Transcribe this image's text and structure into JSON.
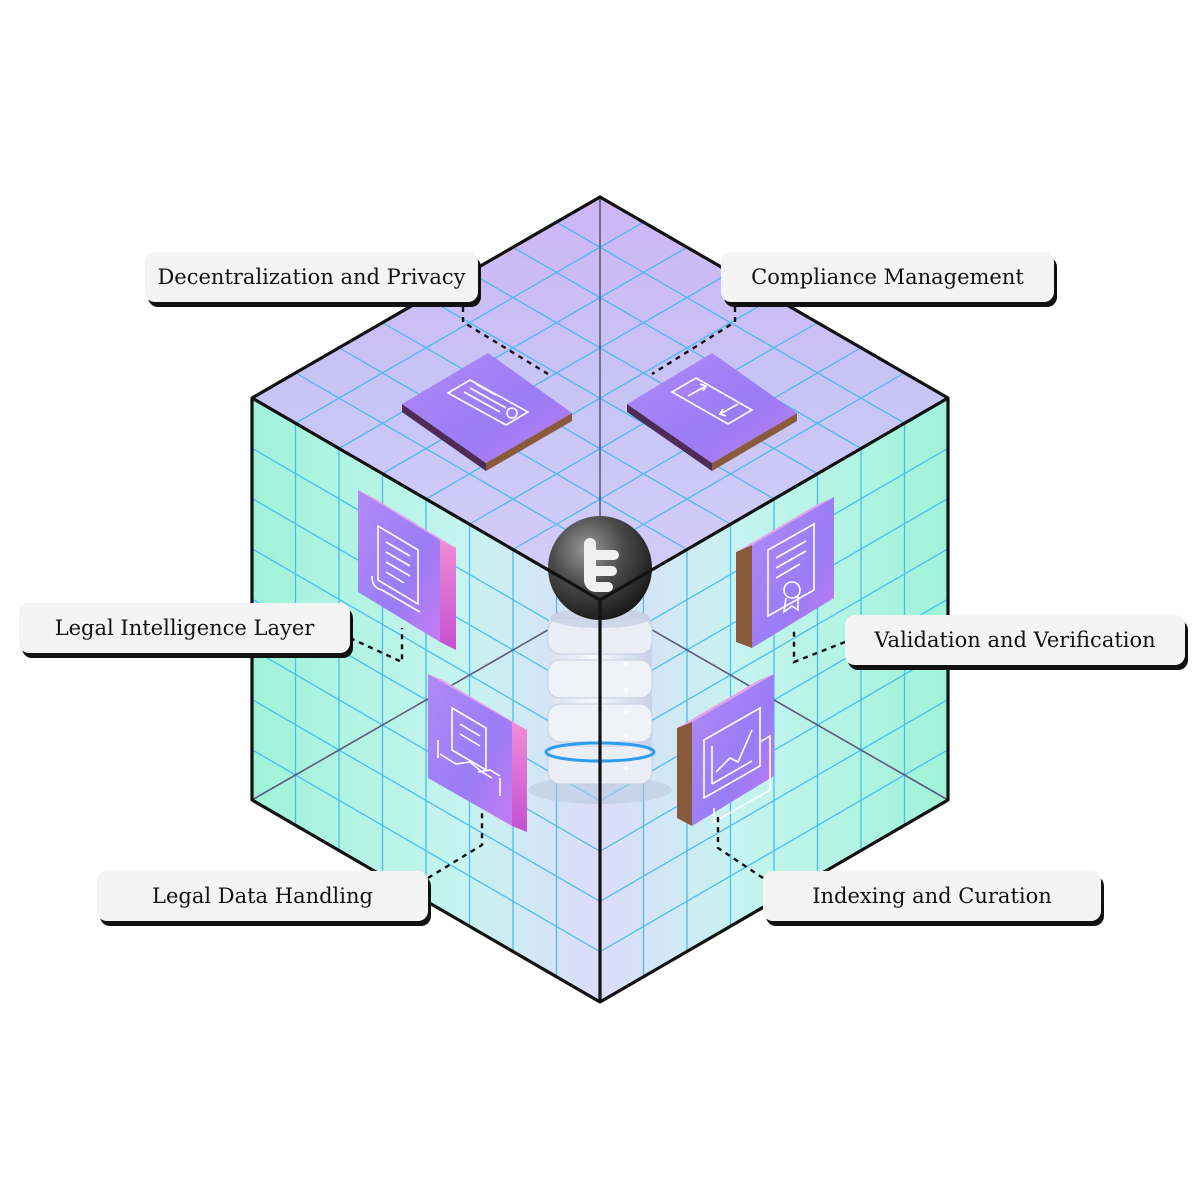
{
  "colors": {
    "top_face": "#c9b7f4",
    "side_face": "#a5f3de",
    "grid": "#3fb8f0",
    "tile_face": "#a27cf5",
    "tile_edge": "#4b2d5c",
    "tile_glow": "#e878e0",
    "edge": "#111111"
  },
  "labels": {
    "decentralization": "Decentralization and Privacy",
    "compliance": "Compliance Management",
    "legal_intelligence": "Legal Intelligence Layer",
    "validation": "Validation and Verification",
    "legal_data": "Legal Data Handling",
    "indexing": "Indexing and Curation"
  },
  "icons": {
    "top_left": "certificate-scroll-icon",
    "top_right": "exchange-document-icon",
    "left_upper": "scroll-document-icon",
    "left_lower": "handshake-contract-icon",
    "right_upper": "certificate-badge-icon",
    "right_lower": "chart-screen-icon",
    "center": "server-database-icon",
    "center_logo": "logo-sphere-icon"
  }
}
